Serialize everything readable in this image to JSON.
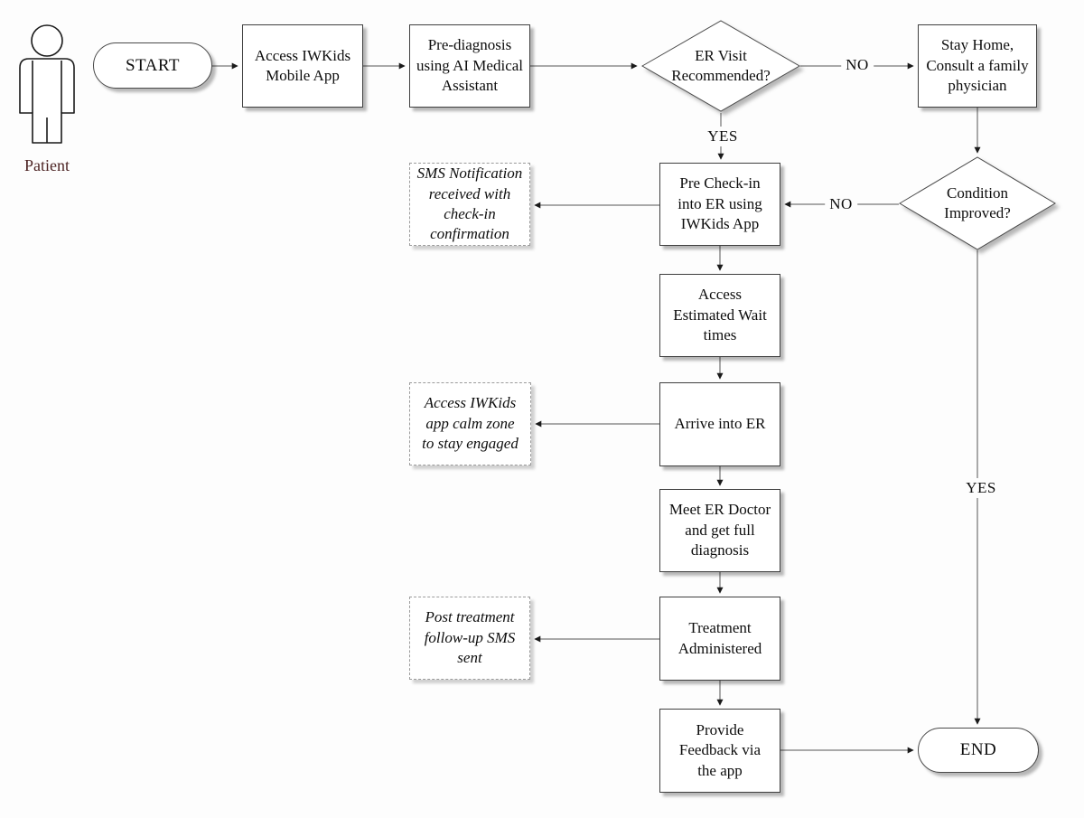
{
  "diagram": {
    "type": "flowchart",
    "actor": {
      "label": "Patient"
    },
    "nodes": {
      "start": {
        "type": "terminator",
        "label": "START"
      },
      "access_app": {
        "type": "process",
        "label": "Access IWKids\nMobile App"
      },
      "prediagnosis": {
        "type": "process",
        "label": "Pre-diagnosis\nusing AI Medical\nAssistant"
      },
      "er_visit": {
        "type": "decision",
        "label": "ER Visit\nRecommended?"
      },
      "stay_home": {
        "type": "process",
        "label": "Stay Home,\nConsult a family\nphysician"
      },
      "pre_checkin": {
        "type": "process",
        "label": "Pre Check-in\ninto ER using\nIWKids App"
      },
      "sms_notification": {
        "type": "note",
        "label": "SMS Notification\nreceived with\ncheck-in\nconfirmation"
      },
      "condition_improved": {
        "type": "decision",
        "label": "Condition\nImproved?"
      },
      "wait_times": {
        "type": "process",
        "label": "Access\nEstimated Wait\ntimes"
      },
      "arrive_er": {
        "type": "process",
        "label": "Arrive into ER"
      },
      "calm_zone": {
        "type": "note",
        "label": "Access IWKids\napp calm zone\nto stay engaged"
      },
      "meet_doctor": {
        "type": "process",
        "label": "Meet ER Doctor\nand get full\ndiagnosis"
      },
      "treatment": {
        "type": "process",
        "label": "Treatment\nAdministered"
      },
      "followup_sms": {
        "type": "note",
        "label": "Post treatment\nfollow-up SMS\nsent"
      },
      "feedback": {
        "type": "process",
        "label": "Provide\nFeedback via\nthe app"
      },
      "end": {
        "type": "terminator",
        "label": "END"
      }
    },
    "edge_labels": {
      "er_no": "NO",
      "er_yes": "YES",
      "condition_no": "NO",
      "condition_yes": "YES"
    },
    "colors": {
      "node_fill": "#ffffff",
      "node_border": "#3f3f3f",
      "note_border": "#9b9b9b",
      "text": "#0d0d0d",
      "actor_label": "#4c2323",
      "connector_line": "#555555"
    }
  }
}
